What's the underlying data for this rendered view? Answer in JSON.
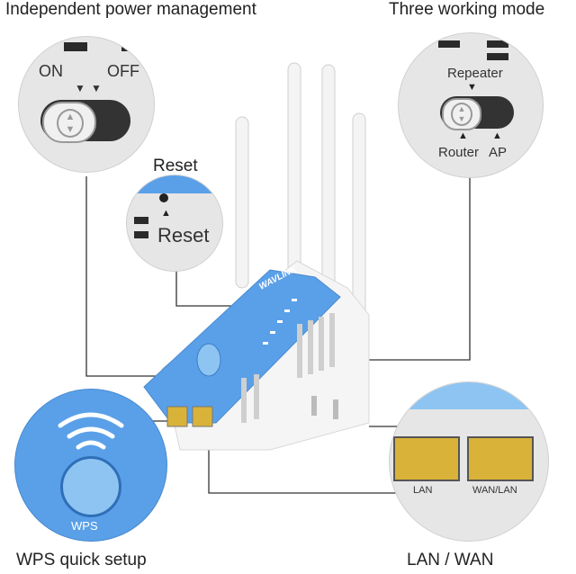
{
  "titles": {
    "power": "Independent power management",
    "mode": "Three working mode",
    "reset": "Reset",
    "wps": "WPS quick setup",
    "lan_wan": "LAN / WAN"
  },
  "power_switch": {
    "on": "ON",
    "off": "OFF"
  },
  "mode_switch": {
    "repeater": "Repeater",
    "router": "Router",
    "ap": "AP"
  },
  "reset_zoom": {
    "label": "Reset"
  },
  "wps_zoom": {
    "label": "WPS"
  },
  "ports": {
    "lan": "LAN",
    "wan_lan": "WAN/LAN"
  },
  "device": {
    "brand": "WAVLINK"
  },
  "colors": {
    "blue": "#5aa0e8",
    "light_blue": "#8ec4f2",
    "gray": "#e6e6e6",
    "port_gold": "#d9b23a"
  }
}
